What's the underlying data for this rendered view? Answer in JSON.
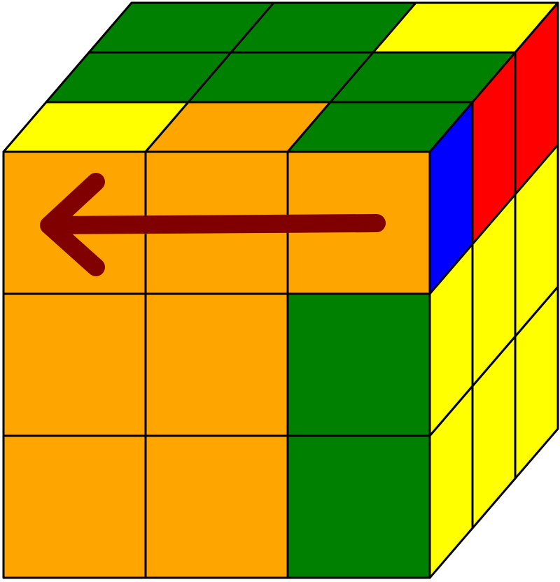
{
  "palette": {
    "yellow": "#FFFF00",
    "orange": "#FFA500",
    "green": "#008000",
    "red": "#FF0000",
    "blue": "#0000FF",
    "arrow": "#800000",
    "outline": "#000000"
  },
  "cube": {
    "top_face": [
      [
        "green",
        "green",
        "yellow"
      ],
      [
        "green",
        "green",
        "green"
      ],
      [
        "yellow",
        "orange",
        "green"
      ]
    ],
    "front_face": [
      [
        "orange",
        "orange",
        "orange"
      ],
      [
        "orange",
        "orange",
        "green"
      ],
      [
        "orange",
        "orange",
        "green"
      ]
    ],
    "right_face": [
      [
        "blue",
        "red",
        "red"
      ],
      [
        "yellow",
        "yellow",
        "yellow"
      ],
      [
        "yellow",
        "yellow",
        "yellow"
      ]
    ]
  },
  "move_arrow": {
    "row": "top",
    "direction": "left",
    "icon": "left-arrow-icon"
  }
}
